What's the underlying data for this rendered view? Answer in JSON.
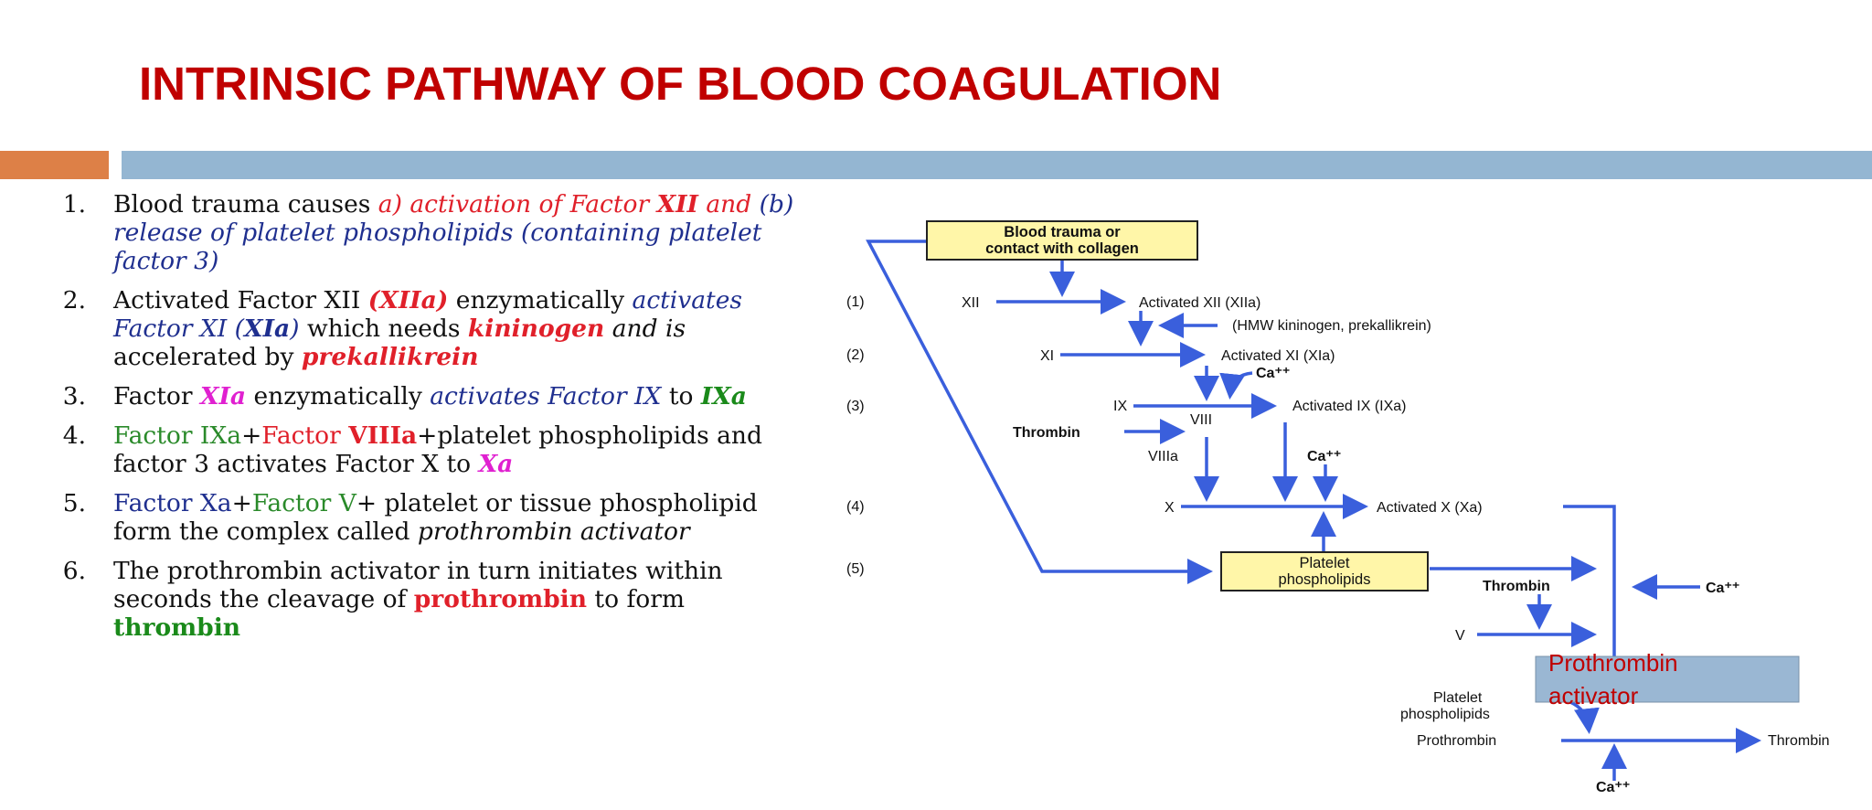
{
  "title": "INTRINSIC PATHWAY OF BLOOD COAGULATION",
  "colors": {
    "title": "#c00000",
    "accent_orange": "#dd8047",
    "accent_blue": "#94b6d2",
    "arrow": "#3a5fdc",
    "box_fill": "#fff6a8",
    "prothrombin_box": "#9ab7d3"
  },
  "steps": [
    {
      "num": "1.",
      "parts": [
        {
          "text": "Blood trauma causes  ",
          "style": "plain"
        },
        {
          "text": "a) activation of Factor ",
          "style": "red-i"
        },
        {
          "text": "XII",
          "style": "red-b"
        },
        {
          "text": " and ",
          "style": "red-i"
        },
        {
          "text": "(b) release of platelet phospholipids (containing platelet factor 3)",
          "style": "blue-i"
        }
      ]
    },
    {
      "num": "2.",
      "parts": [
        {
          "text": "Activated Factor XII ",
          "style": "plain"
        },
        {
          "text": "(XIIa)",
          "style": "red-b"
        },
        {
          "text": " enzymatically ",
          "style": "plain"
        },
        {
          "text": "activates Factor XI (",
          "style": "blue-i"
        },
        {
          "text": "XIa",
          "style": "blue-b"
        },
        {
          "text": ")",
          "style": "blue-i"
        },
        {
          "text": " which needs ",
          "style": "plain"
        },
        {
          "text": "kininogen",
          "style": "red-b"
        },
        {
          "text": " and  is",
          "style": "dark-i"
        },
        {
          "text": " accelerated by ",
          "style": "plain"
        },
        {
          "text": "prekallikrein",
          "style": "red-b"
        }
      ]
    },
    {
      "num": "3.",
      "parts": [
        {
          "text": "Factor ",
          "style": "plain"
        },
        {
          "text": "XIa",
          "style": "mag-b"
        },
        {
          "text": " enzymatically ",
          "style": "plain"
        },
        {
          "text": "activates Factor IX",
          "style": "blue-i"
        },
        {
          "text": "  to ",
          "style": "plain"
        },
        {
          "text": "IXa",
          "style": "grn-b"
        }
      ]
    },
    {
      "num": "4.",
      "parts": [
        {
          "text": "Factor IXa",
          "style": "grn"
        },
        {
          "text": "+",
          "style": "plain"
        },
        {
          "text": "Factor ",
          "style": "red"
        },
        {
          "text": "VIIIa",
          "style": "red-bold"
        },
        {
          "text": "+platelet phospholipids and factor 3 activates Factor X to ",
          "style": "plain"
        },
        {
          "text": "Xa",
          "style": "mag-b"
        }
      ]
    },
    {
      "num": "5.",
      "parts": [
        {
          "text": "Factor Xa",
          "style": "blue"
        },
        {
          "text": "+",
          "style": "plain"
        },
        {
          "text": "Factor V",
          "style": "grn"
        },
        {
          "text": "+ platelet or tissue phospholipid form the complex called ",
          "style": "plain"
        },
        {
          "text": "prothrombin activator",
          "style": "dark-i"
        }
      ]
    },
    {
      "num": "6.",
      "parts": [
        {
          "text": "The prothrombin activator in turn initiates within seconds the cleavage of ",
          "style": "plain"
        },
        {
          "text": "prothrombin",
          "style": "red-bold"
        },
        {
          "text": " to form ",
          "style": "plain"
        },
        {
          "text": "thrombin",
          "style": "grn-bold"
        }
      ]
    }
  ],
  "diagram": {
    "box_trauma_line1": "Blood trauma or",
    "box_trauma_line2": "contact with collagen",
    "step1": "(1)",
    "step2": "(2)",
    "step3": "(3)",
    "step4": "(4)",
    "step5": "(5)",
    "xii": "XII",
    "activated_xii": "Activated XII (XIIa)",
    "hmw": "(HMW kininogen, prekallikrein)",
    "xi": "XI",
    "activated_xi": "Activated XI (XIa)",
    "ca1": "Ca⁺⁺",
    "ix": "IX",
    "viii": "VIII",
    "activated_ix": "Activated IX (IXa)",
    "thrombin1": "Thrombin",
    "viiia": "VIIIa",
    "ca2": "Ca⁺⁺",
    "x": "X",
    "activated_x": "Activated X (Xa)",
    "platelet_box_line1": "Platelet",
    "platelet_box_line2": "phospholipids",
    "thrombin2": "Thrombin",
    "ca3": "Ca⁺⁺",
    "v": "V",
    "prothrombin_activator_line1": "Prothrombin",
    "prothrombin_activator_line2": "activator",
    "platelet2_line1": "Platelet",
    "platelet2_line2": "phospholipids",
    "prothrombin": "Prothrombin",
    "thrombin3": "Thrombin",
    "ca4": "Ca⁺⁺"
  }
}
